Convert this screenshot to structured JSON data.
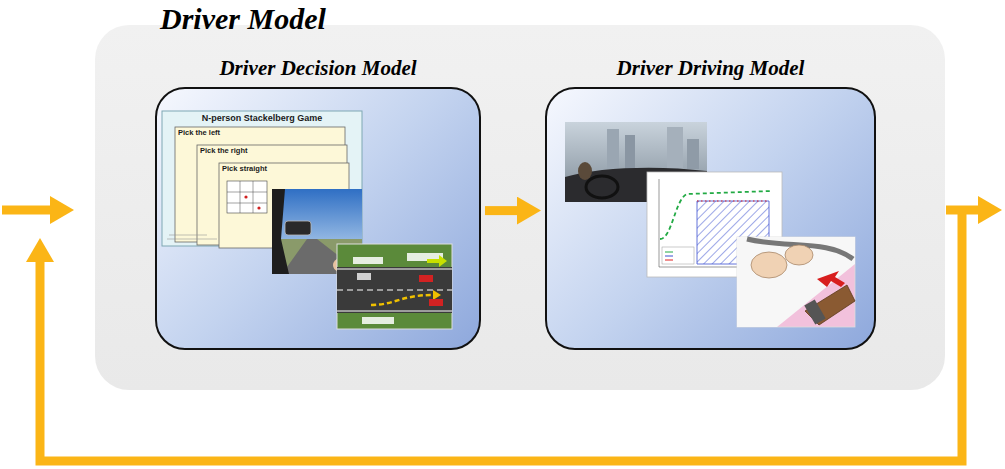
{
  "diagram": {
    "nodes": [
      {
        "text": [
          "Driver Model"
        ]
      },
      {
        "text": [
          "Driver Decision Model"
        ],
        "in": 0
      },
      {
        "text": [
          "Driver Driving Model"
        ],
        "in": 0
      }
    ],
    "edges": [
      {
        "from": 1,
        "to": 2,
        "arrow": "to"
      }
    ],
    "labels": [
      "N-person Stackelberg Game",
      "Pick the left",
      "Pick the right",
      "Pick straight"
    ]
  }
}
